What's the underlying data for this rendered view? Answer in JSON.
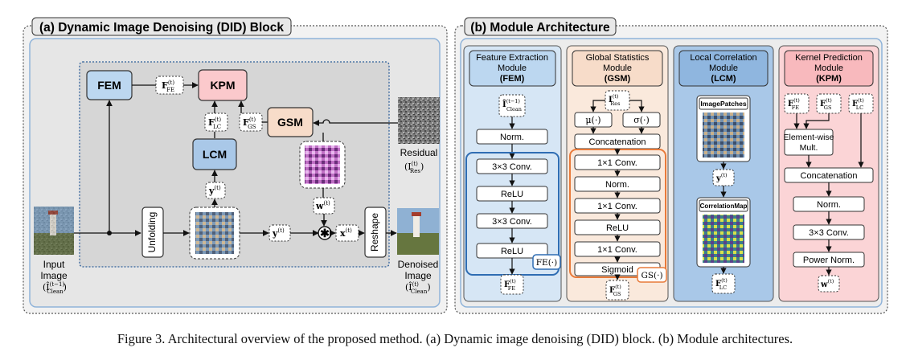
{
  "panel_a": {
    "title": "(a) Dynamic Image Denoising (DID) Block",
    "fem": "FEM",
    "kpm": "KPM",
    "lcm": "LCM",
    "gsm": "GSM",
    "f_fe": "F",
    "f_fe_sup": "(t)",
    "f_fe_sub": "FE",
    "f_lc": "F",
    "f_lc_sup": "(t)",
    "f_lc_sub": "LC",
    "f_gs": "F",
    "f_gs_sup": "(t)",
    "f_gs_sub": "GS",
    "y": "y",
    "y_sup": "(t)",
    "w": "w",
    "w_sup": "(t)",
    "x": "x",
    "x_sup": "(t)",
    "unfolding": "Unfolding",
    "reshape": "Reshape",
    "residual_label": "Residual",
    "residual_sym": "(I",
    "residual_sup": "(t)",
    "residual_sub": "Res",
    "residual_close": ")",
    "input_l1": "Input",
    "input_l2": "Image",
    "input_sym": "(Î",
    "input_sup": "(t−1)",
    "input_sub": "Clean",
    "input_close": ")",
    "denoised_l1": "Denoised",
    "denoised_l2": "Image",
    "denoised_sym": "(Î",
    "denoised_sup": "(t)",
    "denoised_sub": "Clean",
    "denoised_close": ")"
  },
  "panel_b": {
    "title": "(b) Module Architecture",
    "fem": {
      "title_l1": "Feature Extraction",
      "title_l2": "Module",
      "title_l3": "(FEM)",
      "input_sym": "Î",
      "input_sup": "(t−1)",
      "input_sub": "Clean",
      "norm": "Norm.",
      "conv1": "3×3 Conv.",
      "relu1": "ReLU",
      "conv2": "3×3 Conv.",
      "relu2": "ReLU",
      "fe_tag": "FE(·)",
      "out_sym": "F",
      "out_sup": "(t)",
      "out_sub": "FE"
    },
    "gsm": {
      "title_l1": "Global Statistics",
      "title_l2": "Module",
      "title_l3": "(GSM)",
      "input_sym": "I",
      "input_sup": "(t)",
      "input_sub": "Res",
      "mu": "μ(·)",
      "sigma": "σ(·)",
      "concat": "Concatenation",
      "conv1": "1×1 Conv.",
      "norm": "Norm.",
      "conv2": "1×1 Conv.",
      "relu": "ReLU",
      "conv3": "1×1 Conv.",
      "sigmoid": "Sigmoid",
      "gs_tag": "GS(·)",
      "out_sym": "F",
      "out_sup": "(t)",
      "out_sub": "GS"
    },
    "lcm": {
      "title_l1": "Local Correlation",
      "title_l2": "Module",
      "title_l3": "(LCM)",
      "patches": "ImagePatches",
      "y": "y",
      "y_sup": "(t)",
      "corr": "CorrelationMap",
      "out_sym": "F",
      "out_sup": "(t)",
      "out_sub": "LC"
    },
    "kpm": {
      "title_l1": "Kernel Prediction",
      "title_l2": "Module",
      "title_l3": "(KPM)",
      "in1": "F",
      "in1_sup": "(t)",
      "in1_sub": "FE",
      "in2": "F",
      "in2_sup": "(t)",
      "in2_sub": "GS",
      "in3": "F",
      "in3_sup": "(t)",
      "in3_sub": "LC",
      "elem_l1": "Element-wise",
      "elem_l2": "Mult.",
      "concat": "Concatenation",
      "norm": "Norm.",
      "conv": "3×3 Conv.",
      "power": "Power Norm.",
      "out_sym": "w",
      "out_sup": "(t)"
    }
  },
  "caption": "Figure 3. Architectural overview of the proposed method. (a) Dynamic image denoising (DID) block. (b) Module architectures.",
  "colors": {
    "fem_blue": "#bcd7f0",
    "kpm_pink": "#fbc9cc",
    "lcm_blue": "#a9c8e8",
    "gsm_peach": "#f7dcc9",
    "gray_bg": "#d9d9d9",
    "accent_blue": "#2f6db3",
    "accent_orange": "#e87a3a"
  }
}
